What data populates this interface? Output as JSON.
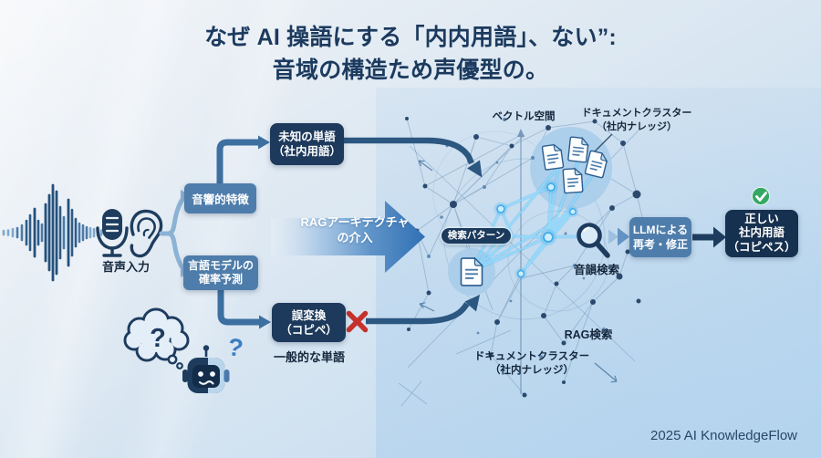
{
  "title": {
    "line1": "なぜ AI 操語にする「内内用語」、ない”:",
    "line2": "音域の構造ため声優型の。"
  },
  "input_stage": {
    "label": "音声入力",
    "icons": [
      "waveform-icon",
      "microphone-icon",
      "ear-icon"
    ]
  },
  "analysis": {
    "acoustic_box": "音響的特徴",
    "language_box": {
      "line1": "言語モデルの",
      "line2": "確率予測"
    }
  },
  "outcomes": {
    "unknown_box": {
      "line1": "未知の単語",
      "line2": "（社内用語）"
    },
    "misconversion_box": {
      "line1": "誤変換",
      "line2": "（コピペ）"
    },
    "generic_word_label": "一般的な単語",
    "misconversion_mark": "✕"
  },
  "rag_arrow": {
    "line1": "RAGアーキテクチャ",
    "line2": "の介入"
  },
  "vector_space": {
    "space_label": "ベクトル空間",
    "cluster_label_top": {
      "line1": "ドキュメントクラスター",
      "line2": "（社内ナレッジ）"
    },
    "cluster_label_bottom": {
      "line1": "ドキュメントクラスター",
      "line2": "（社内ナレッジ）"
    },
    "search_pattern_pill": "検索パターン",
    "phonetic_search_label": "音韻検索",
    "rag_search_label": "RAG検索"
  },
  "correction": {
    "llm_box": {
      "line1": "LLMによる",
      "line2": "再考・修正"
    },
    "result_box": {
      "line1": "正しい",
      "line2": "社内用語",
      "line3": "（コピペス）"
    },
    "success_mark": "✓"
  },
  "confusion": {
    "cloud_question": "?",
    "floating_question": "?"
  },
  "footer": {
    "credit": "2025 AI KnowledgeFlow"
  },
  "icons": {
    "waveform-icon": "vertical sound bars",
    "microphone-icon": "🎤",
    "ear-icon": "👂",
    "magnifier-icon": "🔍",
    "document-icon": "📄",
    "robot-icon": "🤖",
    "thought-cloud-icon": "💭",
    "check-icon": "✓",
    "cross-icon": "✕",
    "question-icon": "?"
  },
  "colors": {
    "background_light": "#eef2f7",
    "background_blue": "#c2dcf0",
    "navy_box": "#1d3a5c",
    "navy_deep": "#16304f",
    "steel_box": "#4e7dab",
    "title_text": "#1b3a5e",
    "arrow_dark": "#2b5781",
    "arrow_gradient_end": "#2f6fb4",
    "connector_light": "#8cb2d4",
    "cyan_glow": "#4fb7f0",
    "cross_red": "#c5322d",
    "check_green": "#35a864"
  }
}
